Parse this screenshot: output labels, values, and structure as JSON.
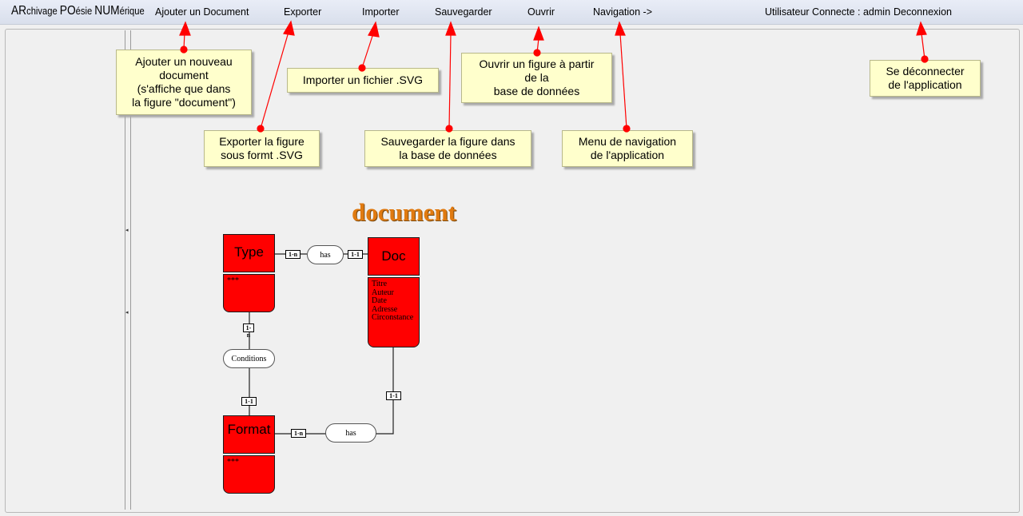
{
  "app": {
    "logo": [
      {
        "big": "AR",
        "small": "chivage "
      },
      {
        "big": "PO",
        "small": "ésie "
      },
      {
        "big": "NUM",
        "small": "érique"
      }
    ]
  },
  "menu": {
    "add_document": "Ajouter un Document",
    "export": "Exporter",
    "import": "Importer",
    "save": "Sauvegarder",
    "open": "Ouvrir",
    "navigation": "Navigation ->",
    "user": "Utilisateur Connecte : admin",
    "logout": "Deconnexion"
  },
  "notes": {
    "add_document": "Ajouter un nouveau\ndocument\n(s'affiche que dans\nla figure \"document\")",
    "export": "Exporter la figure\nsous formt .SVG",
    "import": "Importer un fichier .SVG",
    "save": "Sauvegarder la figure dans\nla base de données",
    "open": "Ouvrir un figure à partir\nde la\nbase de données",
    "navigation": "Menu de navigation\nde l'application",
    "logout": "Se déconnecter\nde l'application"
  },
  "diagram": {
    "title": "document",
    "entities": {
      "type": {
        "name": "Type",
        "attrs": "***"
      },
      "doc": {
        "name": "Doc",
        "attrs": "Titre\nAuteur\nDate\nAdresse\nCirconstance"
      },
      "format": {
        "name": "Format",
        "attrs": "***"
      }
    },
    "relations": {
      "has_top": "has",
      "conditions": "Conditions",
      "has_bottom": "has"
    },
    "cardinalities": {
      "type_has": "1-n",
      "has_doc": "1-1",
      "type_cond": "1-n",
      "cond_format": "1-1",
      "doc_has": "1-1",
      "format_has": "1-n"
    }
  },
  "colors": {
    "entity": "#ff0000",
    "note": "#ffffcc",
    "arrow": "#ff0000",
    "title": "#e07a10"
  }
}
